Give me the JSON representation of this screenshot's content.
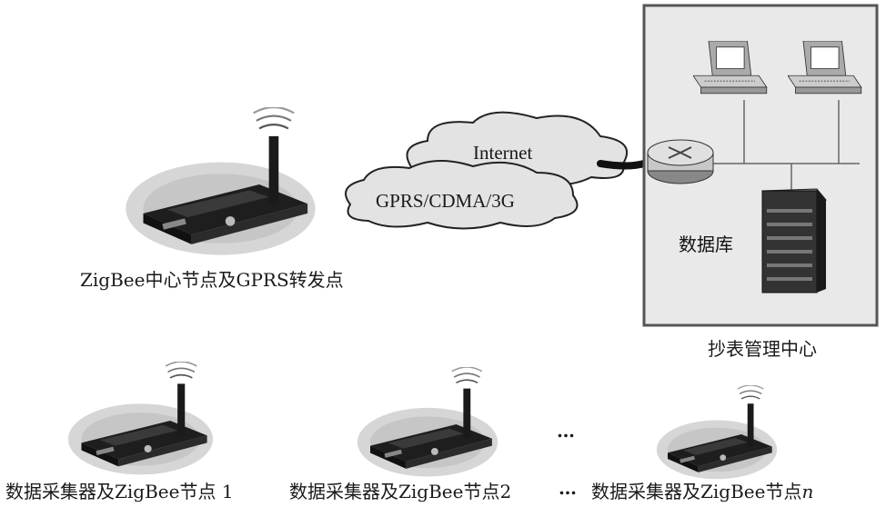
{
  "labels": {
    "center_node": "ZigBee中心节点及GPRS转发点",
    "cloud_internet": "Internet",
    "cloud_mobile": "GPRS/CDMA/3G",
    "database": "数据库",
    "management_center": "抄表管理中心",
    "collector_1": "数据采集器及ZigBee节点 1",
    "collector_2": "数据采集器及ZigBee节点2",
    "collector_n_prefix": "数据采集器及ZigBee节点",
    "collector_n_suffix": "n",
    "ellipsis_top": "…",
    "ellipsis_bottom": "…"
  },
  "colors": {
    "device_body": "#222222",
    "shadow": "#d0d0d0",
    "cloud_fill": "#e3e3e3",
    "box_fill": "#e9e9e9"
  }
}
